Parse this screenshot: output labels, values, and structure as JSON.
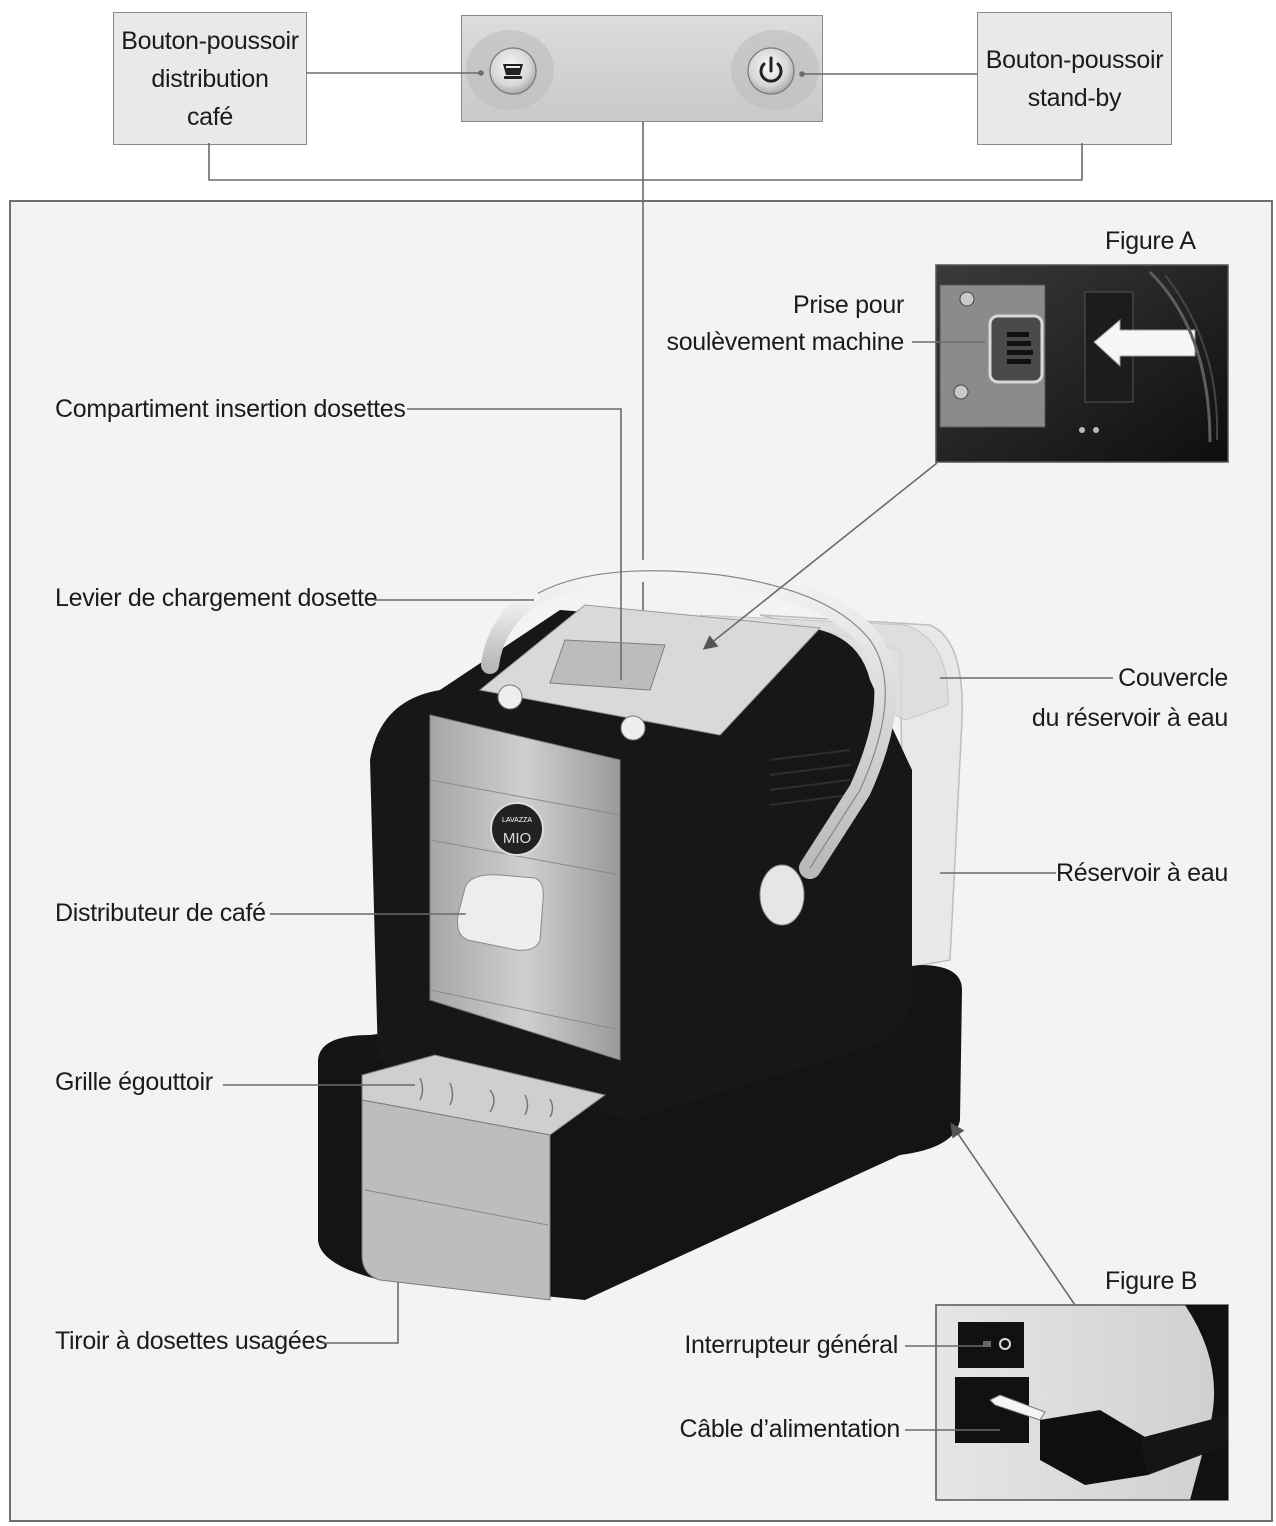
{
  "top": {
    "coffee_button_label": [
      "Bouton-poussoir",
      "distribution",
      "café"
    ],
    "standby_button_label": [
      "Bouton-poussoir",
      "stand-by"
    ]
  },
  "figure_a": {
    "title": "Figure A",
    "label_lines": [
      "Prise pour",
      "soulèvement machine"
    ]
  },
  "figure_b": {
    "title": "Figure B",
    "main_switch": "Interrupteur général",
    "power_cable": "Câble d’alimentation"
  },
  "labels": {
    "capsule_compartment": "Compartiment insertion dosettes",
    "loading_lever": "Levier de chargement dosette",
    "coffee_dispenser": "Distributeur de café",
    "drip_grid": "Grille égouttoir",
    "used_capsule_drawer": "Tiroir à dosettes usagées",
    "tank_lid": [
      "Couvercle",
      "du réservoir à eau"
    ],
    "water_tank": "Réservoir à eau"
  },
  "brand": {
    "name": "LAVAZZA",
    "model": "MIO"
  }
}
